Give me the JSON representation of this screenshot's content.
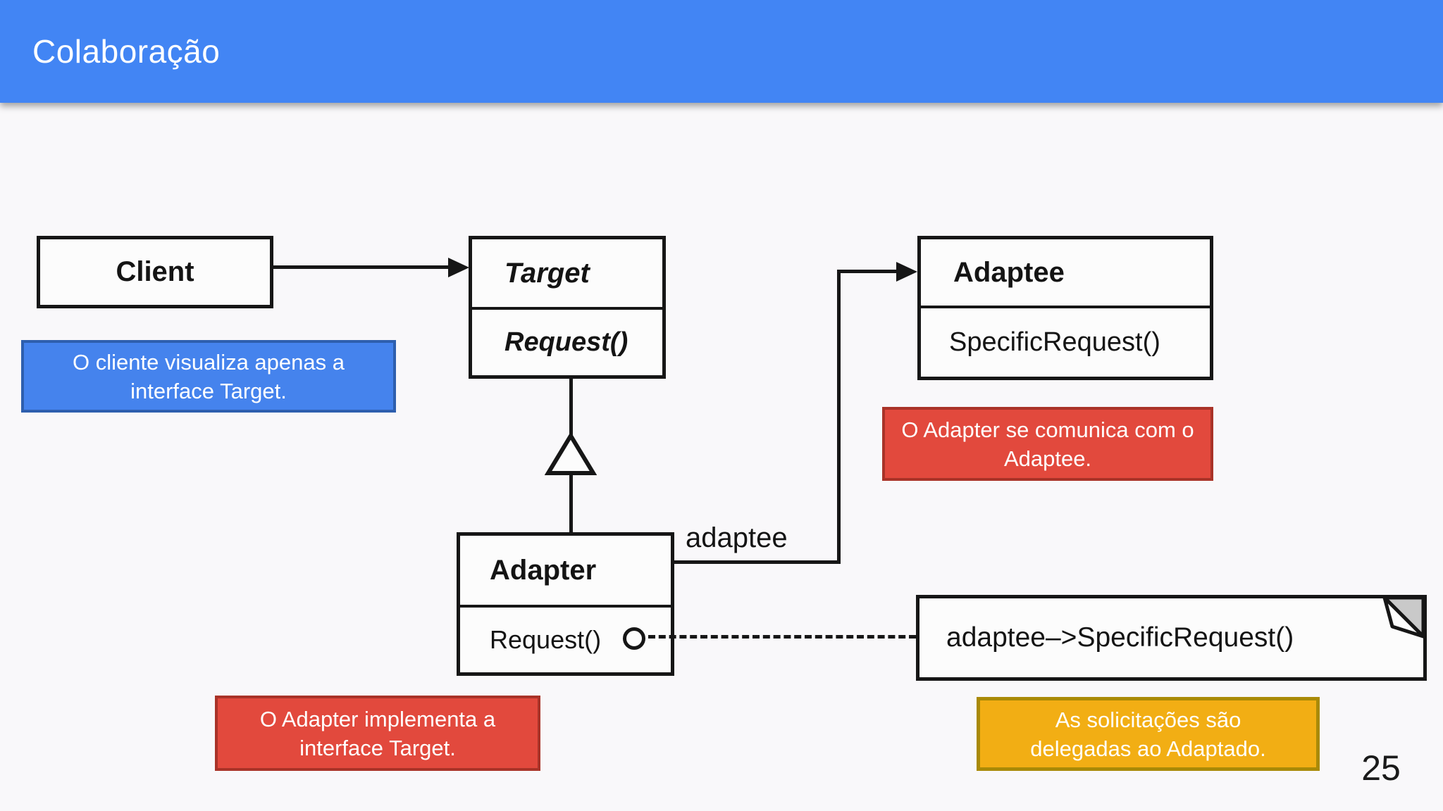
{
  "slide": {
    "title": "Colaboração",
    "page_number": "25",
    "colors": {
      "header_blue": "#4285F4",
      "callout_blue_fill": "#4583ED",
      "callout_blue_border": "#2E5FAE",
      "callout_red_fill": "#E2493D",
      "callout_red_border": "#A93328",
      "callout_yellow_fill": "#F2AE14",
      "callout_yellow_border": "#A98A07",
      "diagram_ink": "#161616",
      "text_white": "#ffffff"
    }
  },
  "diagram": {
    "classes": {
      "client": {
        "name": "Client"
      },
      "target": {
        "name": "Target",
        "method": "Request()"
      },
      "adaptee": {
        "name": "Adaptee",
        "method": "SpecificRequest()"
      },
      "adapter": {
        "name": "Adapter",
        "method": "Request()"
      }
    },
    "association_label": "adaptee",
    "note_text": "adaptee–>SpecificRequest()"
  },
  "callouts": {
    "client_view": {
      "line1": "O cliente visualiza apenas a",
      "line2": "interface Target."
    },
    "adapter_communicates": {
      "line1": "O Adapter se comunica com o",
      "line2": "Adaptee."
    },
    "adapter_implements": {
      "line1": "O Adapter implementa a",
      "line2": "interface Target."
    },
    "requests_delegated": {
      "line1": "As solicitações são",
      "line2": "delegadas ao Adaptado."
    }
  }
}
